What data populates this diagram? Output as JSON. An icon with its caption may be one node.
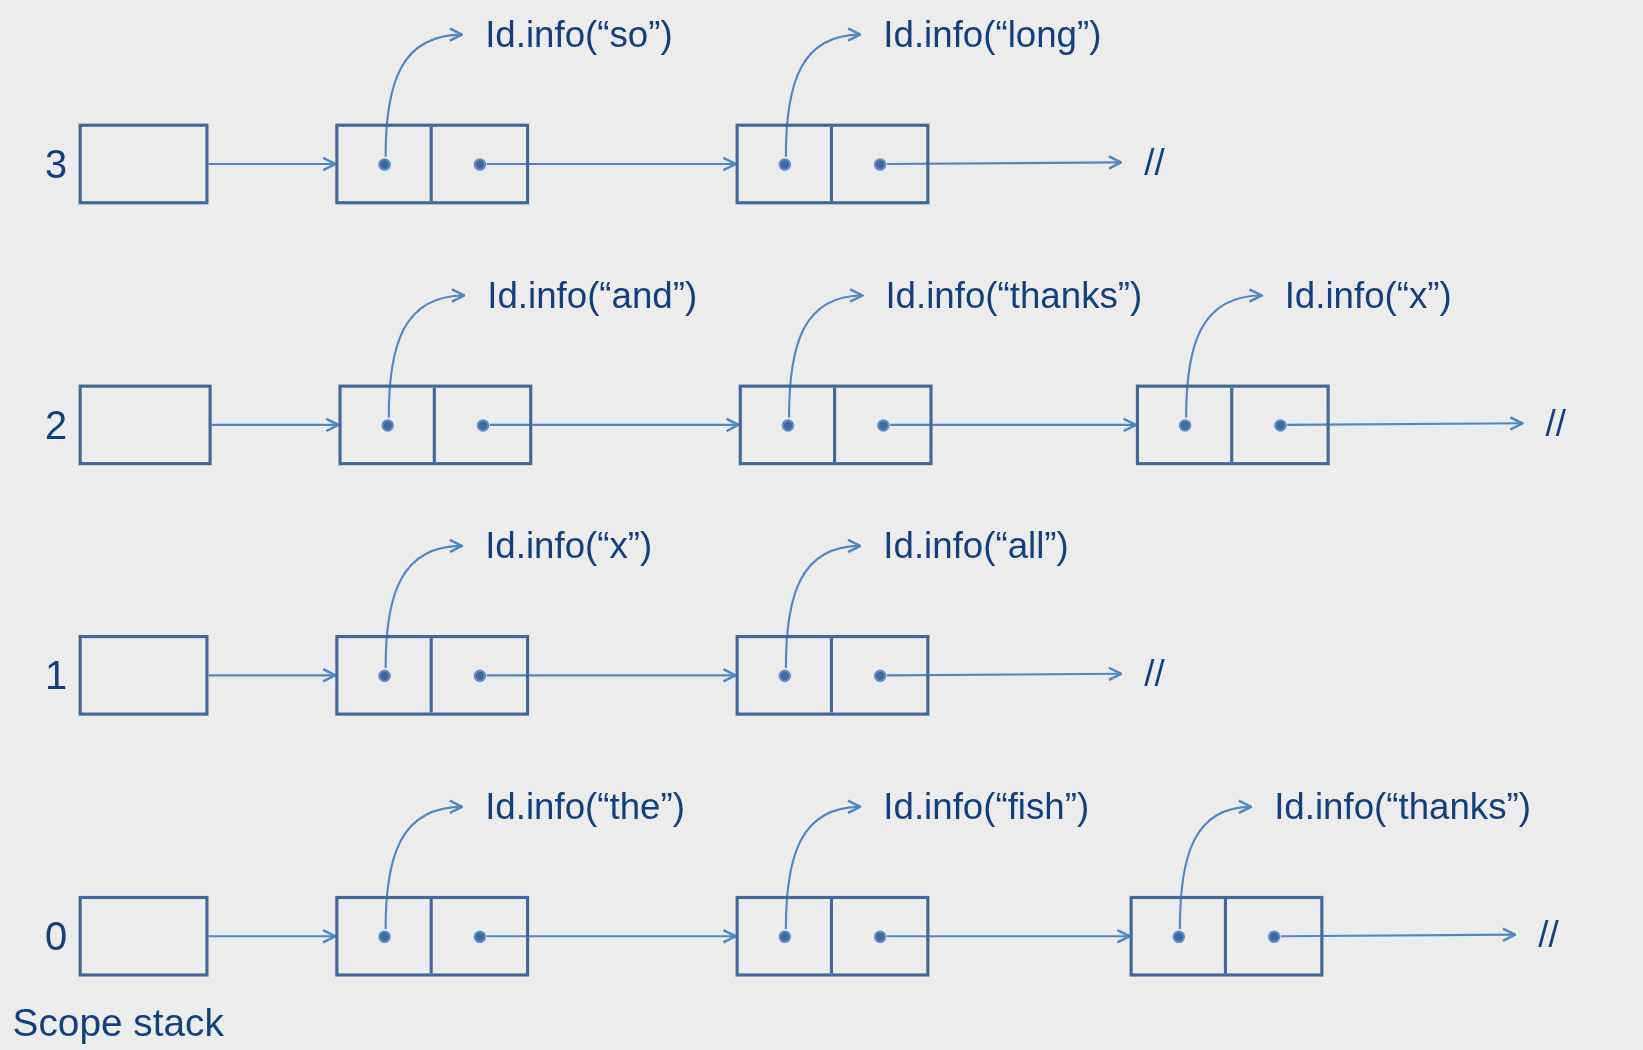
{
  "diagram": {
    "nodes": [
      {
        "text": [
          "Id.info(“so”)"
        ]
      },
      {
        "text": [
          "Id.info(“long”)"
        ]
      },
      {
        "text": [],
        "shape": "box",
        "beside": [
          "3"
        ]
      },
      {
        "text": [],
        "shape": "box"
      },
      {
        "text": [],
        "shape": "box",
        "in": 3
      },
      {
        "text": [],
        "shape": "box",
        "in": 3
      },
      {
        "text": [],
        "shape": "box"
      },
      {
        "text": [],
        "shape": "box",
        "in": 6
      },
      {
        "text": [],
        "shape": "box",
        "in": 6
      },
      {
        "text": [
          "//"
        ]
      },
      {
        "text": [
          "Id.info(“and”)"
        ]
      },
      {
        "text": [
          "Id.info(“thanks”)"
        ]
      },
      {
        "text": [
          "Id.info(“x”)"
        ]
      },
      {
        "text": [],
        "shape": "box",
        "beside": [
          "2"
        ]
      },
      {
        "text": [],
        "shape": "box"
      },
      {
        "text": [],
        "shape": "box",
        "in": 14
      },
      {
        "text": [],
        "shape": "box",
        "in": 14
      },
      {
        "text": [],
        "shape": "box"
      },
      {
        "text": [],
        "shape": "box",
        "in": 17
      },
      {
        "text": [],
        "shape": "box",
        "in": 17
      },
      {
        "text": [],
        "shape": "box"
      },
      {
        "text": [],
        "shape": "box",
        "in": 20
      },
      {
        "text": [],
        "shape": "box",
        "in": 20
      },
      {
        "text": [
          "//"
        ]
      },
      {
        "text": [
          "Id.info(“x”)"
        ]
      },
      {
        "text": [
          "Id.info(“all”)"
        ]
      },
      {
        "text": [],
        "shape": "box",
        "beside": [
          "1"
        ]
      },
      {
        "text": [],
        "shape": "box"
      },
      {
        "text": [],
        "shape": "box",
        "in": 27
      },
      {
        "text": [],
        "shape": "box",
        "in": 27
      },
      {
        "text": [],
        "shape": "box"
      },
      {
        "text": [],
        "shape": "box",
        "in": 30
      },
      {
        "text": [],
        "shape": "box",
        "in": 30
      },
      {
        "text": [
          "//"
        ]
      },
      {
        "text": [
          "Id.info(“the”)"
        ]
      },
      {
        "text": [
          "Id.info(“fish”)"
        ]
      },
      {
        "text": [
          "Id.info(“thanks”)"
        ]
      },
      {
        "text": [],
        "shape": "box",
        "beside": [
          "0"
        ]
      },
      {
        "text": [],
        "shape": "box"
      },
      {
        "text": [],
        "shape": "box",
        "in": 38
      },
      {
        "text": [],
        "shape": "box",
        "in": 38
      },
      {
        "text": [],
        "shape": "box"
      },
      {
        "text": [],
        "shape": "box",
        "in": 41
      },
      {
        "text": [],
        "shape": "box",
        "in": 41
      },
      {
        "text": [],
        "shape": "box"
      },
      {
        "text": [],
        "shape": "box",
        "in": 44
      },
      {
        "text": [],
        "shape": "box",
        "in": 44
      },
      {
        "text": [
          "//"
        ]
      }
    ],
    "edges": [
      {
        "from": 2,
        "to": 3,
        "arrow": "to"
      },
      {
        "from": 4,
        "to": 0,
        "arrow": "to"
      },
      {
        "from": 5,
        "to": 6,
        "arrow": "to"
      },
      {
        "from": 7,
        "to": 1,
        "arrow": "to"
      },
      {
        "from": 8,
        "to": 9,
        "arrow": "to"
      },
      {
        "from": 13,
        "to": 14,
        "arrow": "to"
      },
      {
        "from": 15,
        "to": 10,
        "arrow": "to"
      },
      {
        "from": 16,
        "to": 17,
        "arrow": "to"
      },
      {
        "from": 18,
        "to": 11,
        "arrow": "to"
      },
      {
        "from": 19,
        "to": 20,
        "arrow": "to"
      },
      {
        "from": 21,
        "to": 12,
        "arrow": "to"
      },
      {
        "from": 22,
        "to": 23,
        "arrow": "to"
      },
      {
        "from": 26,
        "to": 27,
        "arrow": "to"
      },
      {
        "from": 28,
        "to": 24,
        "arrow": "to"
      },
      {
        "from": 29,
        "to": 30,
        "arrow": "to"
      },
      {
        "from": 31,
        "to": 25,
        "arrow": "to"
      },
      {
        "from": 32,
        "to": 33,
        "arrow": "to"
      },
      {
        "from": 37,
        "to": 38,
        "arrow": "to"
      },
      {
        "from": 39,
        "to": 34,
        "arrow": "to"
      },
      {
        "from": 40,
        "to": 41,
        "arrow": "to"
      },
      {
        "from": 42,
        "to": 35,
        "arrow": "to"
      },
      {
        "from": 43,
        "to": 44,
        "arrow": "to"
      },
      {
        "from": 45,
        "to": 36,
        "arrow": "to"
      },
      {
        "from": 46,
        "to": 47,
        "arrow": "to"
      }
    ],
    "labels": [
      "Scope stack"
    ]
  }
}
